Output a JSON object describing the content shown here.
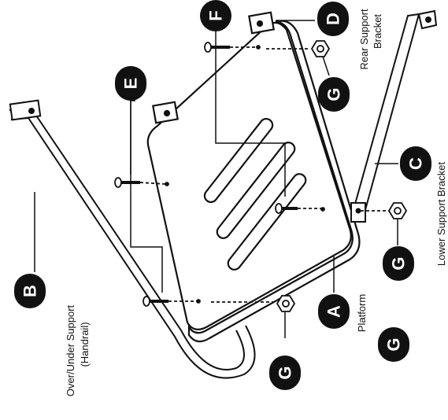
{
  "parts": [
    {
      "letter": "A",
      "name": "Platform"
    },
    {
      "letter": "B",
      "name": "Over/Under Support",
      "note": "(Handrail)"
    },
    {
      "letter": "C",
      "name": "Lower Support Bracket"
    },
    {
      "letter": "D",
      "name": "Rear Support",
      "name2": "Bracket"
    },
    {
      "letter": "E"
    },
    {
      "letter": "F"
    },
    {
      "letter": "G"
    }
  ],
  "colors": {
    "ink": "#111111",
    "paper": "#ffffff"
  }
}
